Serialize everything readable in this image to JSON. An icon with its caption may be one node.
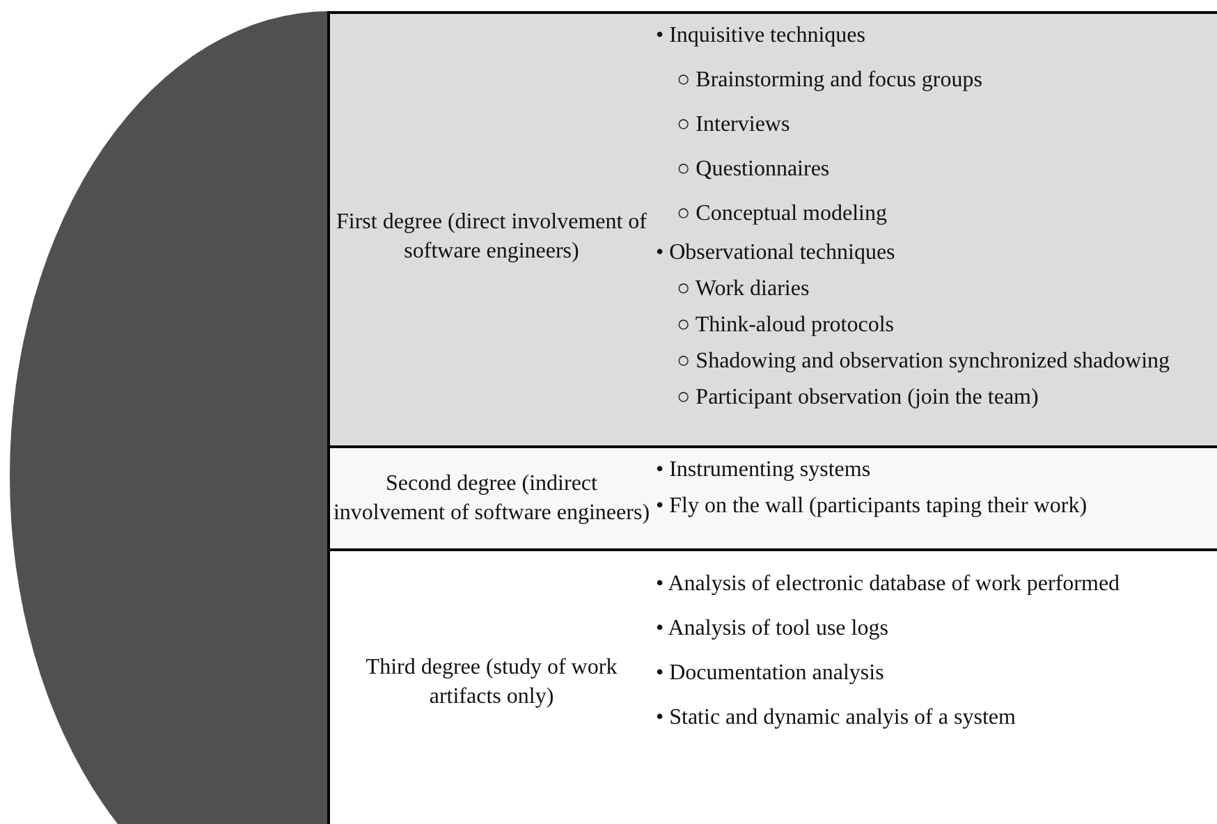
{
  "diagram": {
    "nodes": [
      {
        "text": [],
        "shape": "semicircle"
      },
      {
        "text": [
          "First degree (direct involvement of software engineers)",
          "• Inquisitive techniques",
          "○ Brainstorming and focus groups",
          "○ Interviews",
          "○ Questionnaires",
          "○ Conceptual modeling",
          "• Observational techniques",
          "○ Work diaries",
          "○ Think-aloud protocols",
          "○ Shadowing and observation synchronized shadowing",
          "○ Participant observation (join the team)"
        ]
      },
      {
        "text": [
          "Second degree (indirect involvement of software engineers)",
          "• Instrumenting systems",
          "• Fly on the wall (participants taping their work)"
        ]
      },
      {
        "text": [
          "Third degree (study of work artifacts only)",
          "• Analysis of electronic database of work performed",
          "• Analysis of tool use logs",
          "• Documentation analysis",
          "• Static and dynamic analyis of a system"
        ]
      }
    ]
  }
}
